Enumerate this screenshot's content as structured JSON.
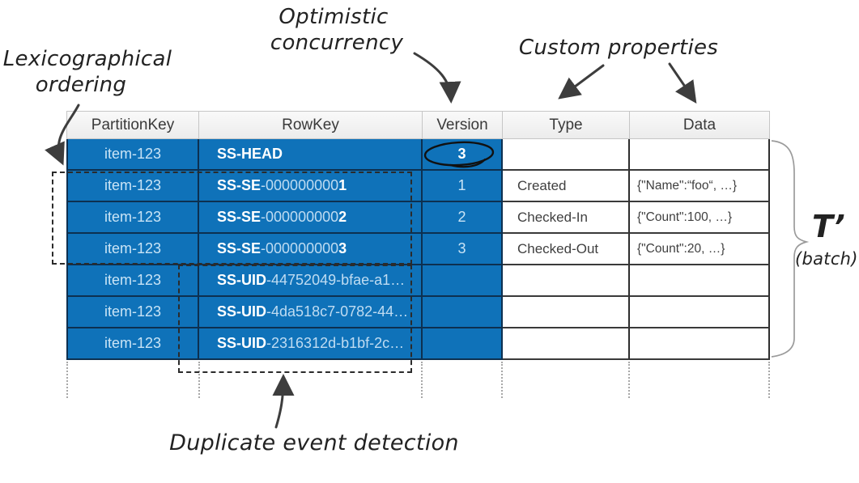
{
  "annotations": {
    "lexicographical": {
      "line1": "Lexicographical",
      "line2": "ordering"
    },
    "optimistic": {
      "line1": "Optimistic",
      "line2": "concurrency"
    },
    "custom_properties": {
      "label": "Custom properties"
    },
    "duplicate": {
      "label": "Duplicate event detection"
    },
    "batch": {
      "symbol": "T’",
      "label": "(batch)"
    }
  },
  "table": {
    "columns": [
      "PartitionKey",
      "RowKey",
      "Version",
      "Type",
      "Data"
    ],
    "rows": [
      {
        "partition_key": "item-123",
        "row_key_bold": "SS-HEAD",
        "row_key_mid": "",
        "row_key_bold_end": "",
        "version": "3",
        "version_circled": true,
        "type": "",
        "data": ""
      },
      {
        "partition_key": "item-123",
        "row_key_bold": "SS-SE",
        "row_key_mid": "-000000000",
        "row_key_bold_end": "1",
        "version": "1",
        "version_circled": false,
        "type": "Created",
        "data": "{\"Name\":“foo“, …}"
      },
      {
        "partition_key": "item-123",
        "row_key_bold": "SS-SE",
        "row_key_mid": "-000000000",
        "row_key_bold_end": "2",
        "version": "2",
        "version_circled": false,
        "type": "Checked-In",
        "data": "{\"Count\":100, …}"
      },
      {
        "partition_key": "item-123",
        "row_key_bold": "SS-SE",
        "row_key_mid": "-000000000",
        "row_key_bold_end": "3",
        "version": "3",
        "version_circled": false,
        "type": "Checked-Out",
        "data": "{\"Count\":20, …}"
      },
      {
        "partition_key": "item-123",
        "row_key_bold": "SS-UID",
        "row_key_mid": "-44752049-bfae-a1…",
        "row_key_bold_end": "",
        "version": "",
        "version_circled": false,
        "type": "",
        "data": ""
      },
      {
        "partition_key": "item-123",
        "row_key_bold": "SS-UID",
        "row_key_mid": "-4da518c7-0782-44…",
        "row_key_bold_end": "",
        "version": "",
        "version_circled": false,
        "type": "",
        "data": ""
      },
      {
        "partition_key": "item-123",
        "row_key_bold": "SS-UID",
        "row_key_mid": "-2316312d-b1bf-2c…",
        "row_key_bold_end": "",
        "version": "",
        "version_circled": false,
        "type": "",
        "data": ""
      }
    ]
  },
  "colors": {
    "row_blue": "#0f72b9",
    "row_text_light": "#c9e4f6",
    "bold_white": "#ffffff",
    "header_bg": "#f2f2f2",
    "annotation_ink": "#3d3d3d",
    "brace_gray": "#9b9b9b"
  }
}
